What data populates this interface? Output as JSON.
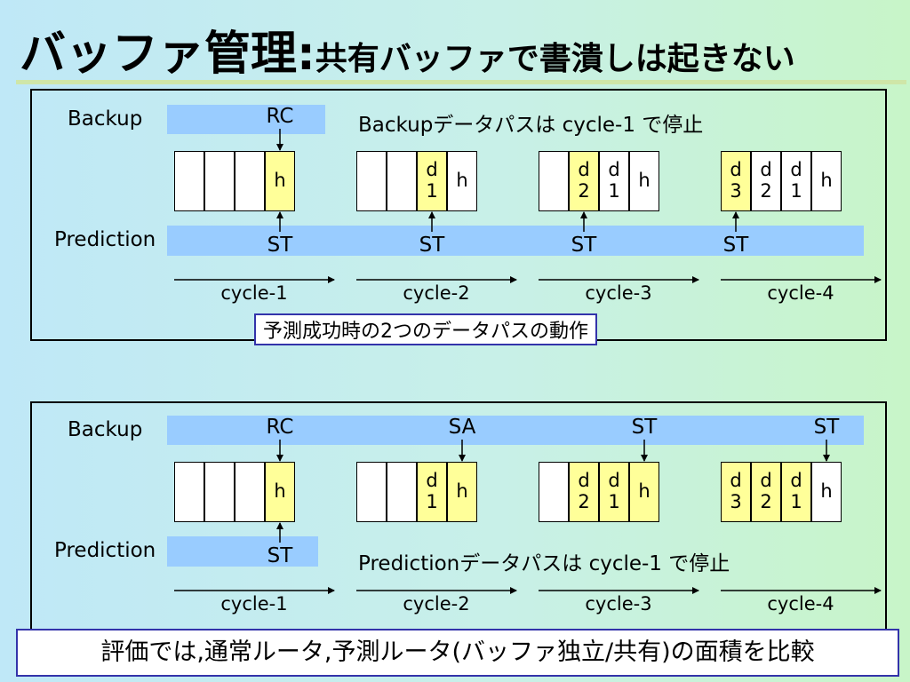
{
  "title": {
    "main": "バッファ管理:",
    "sub": "共有バッファで書潰しは起きない"
  },
  "panels": [
    {
      "backup_label": "Backup",
      "prediction_label": "Prediction",
      "note": "Backupデータパスは cycle-1 で停止",
      "caption": "予測成功時の2つのデータパスの動作",
      "top_markers": [
        "RC",
        "",
        "",
        ""
      ],
      "bottom_markers": [
        "ST",
        "ST",
        "ST",
        "ST"
      ],
      "cycles": [
        "cycle-1",
        "cycle-2",
        "cycle-3",
        "cycle-4"
      ],
      "buffers": [
        [
          {
            "l1": "",
            "l2": "",
            "y": false
          },
          {
            "l1": "",
            "l2": "",
            "y": false
          },
          {
            "l1": "",
            "l2": "",
            "y": false
          },
          {
            "l1": "h",
            "l2": "",
            "y": true
          }
        ],
        [
          {
            "l1": "",
            "l2": "",
            "y": false
          },
          {
            "l1": "",
            "l2": "",
            "y": false
          },
          {
            "l1": "d",
            "l2": "1",
            "y": true
          },
          {
            "l1": "h",
            "l2": "",
            "y": false
          }
        ],
        [
          {
            "l1": "",
            "l2": "",
            "y": false
          },
          {
            "l1": "d",
            "l2": "2",
            "y": true
          },
          {
            "l1": "d",
            "l2": "1",
            "y": false
          },
          {
            "l1": "h",
            "l2": "",
            "y": false
          }
        ],
        [
          {
            "l1": "d",
            "l2": "3",
            "y": true
          },
          {
            "l1": "d",
            "l2": "2",
            "y": false
          },
          {
            "l1": "d",
            "l2": "1",
            "y": false
          },
          {
            "l1": "h",
            "l2": "",
            "y": false
          }
        ]
      ]
    },
    {
      "backup_label": "Backup",
      "prediction_label": "Prediction",
      "note": "Predictionデータパスは cycle-1 で停止",
      "caption": "",
      "top_markers": [
        "RC",
        "SA",
        "ST",
        "ST"
      ],
      "bottom_markers": [
        "ST",
        "",
        "",
        ""
      ],
      "cycles": [
        "cycle-1",
        "cycle-2",
        "cycle-3",
        "cycle-4"
      ],
      "buffers": [
        [
          {
            "l1": "",
            "l2": "",
            "y": false
          },
          {
            "l1": "",
            "l2": "",
            "y": false
          },
          {
            "l1": "",
            "l2": "",
            "y": false
          },
          {
            "l1": "h",
            "l2": "",
            "y": true
          }
        ],
        [
          {
            "l1": "",
            "l2": "",
            "y": false
          },
          {
            "l1": "",
            "l2": "",
            "y": false
          },
          {
            "l1": "d",
            "l2": "1",
            "y": true
          },
          {
            "l1": "h",
            "l2": "",
            "y": true
          }
        ],
        [
          {
            "l1": "",
            "l2": "",
            "y": false
          },
          {
            "l1": "d",
            "l2": "2",
            "y": true
          },
          {
            "l1": "d",
            "l2": "1",
            "y": true
          },
          {
            "l1": "h",
            "l2": "",
            "y": true
          }
        ],
        [
          {
            "l1": "d",
            "l2": "3",
            "y": true
          },
          {
            "l1": "d",
            "l2": "2",
            "y": true
          },
          {
            "l1": "d",
            "l2": "1",
            "y": true
          },
          {
            "l1": "h",
            "l2": "",
            "y": false
          }
        ]
      ]
    }
  ],
  "footer": "評価では,通常ルータ,予測ルータ(バッファ独立/共有)の面積を比較"
}
